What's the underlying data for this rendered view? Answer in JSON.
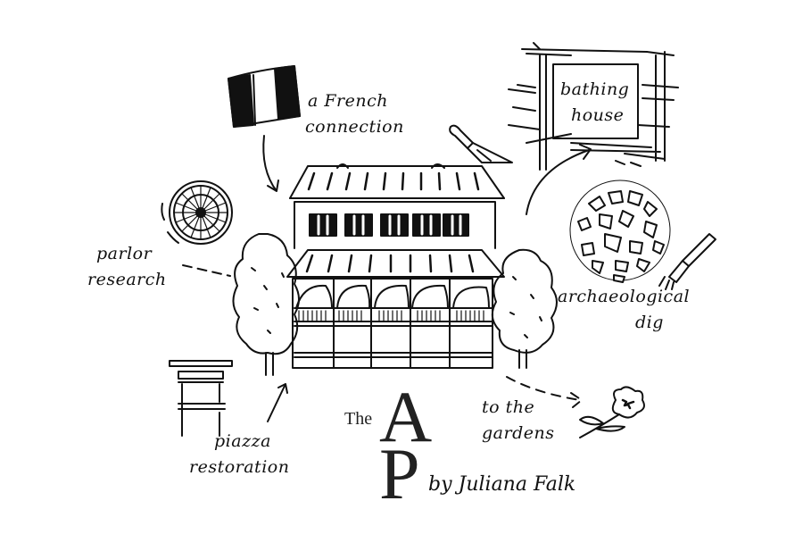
{
  "labels": {
    "french": [
      "a French",
      "connection"
    ],
    "bathing": [
      "bathing",
      "house"
    ],
    "parlor": [
      "parlor",
      "research"
    ],
    "dig": [
      "archaeological",
      "dig"
    ],
    "piazza": [
      "piazza",
      "restoration"
    ],
    "gardens": [
      "to the",
      "gardens"
    ]
  },
  "title": {
    "the": "The",
    "letter1": "A",
    "letter2": "P",
    "byline": "by Juliana Falk"
  },
  "colors": {
    "ink": "#111111",
    "paper": "#ffffff"
  }
}
